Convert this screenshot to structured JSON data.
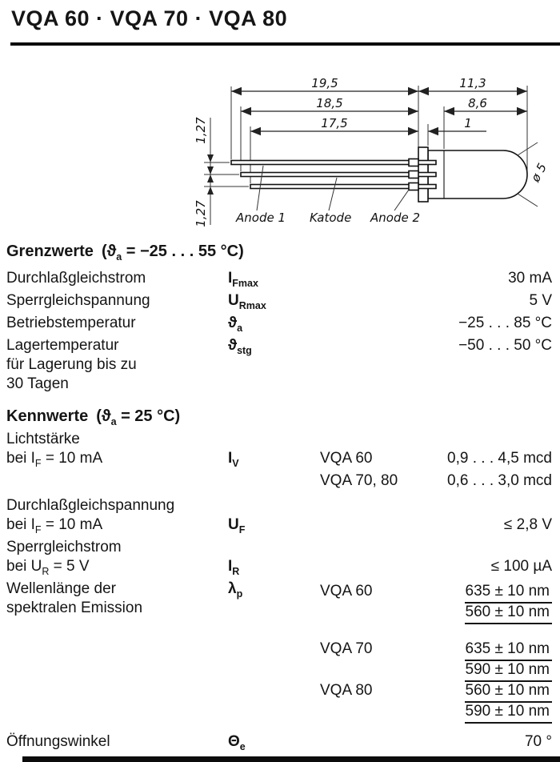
{
  "title": "VQA 60 · VQA 70 · VQA 80",
  "drawing": {
    "dim_19_5": "19,5",
    "dim_18_5": "18,5",
    "dim_17_5": "17,5",
    "dim_11_3": "11,3",
    "dim_8_6": "8,6",
    "dim_1": "1",
    "dim_pitch_top": "1,27",
    "dim_pitch_bottom": "1,27",
    "dim_diameter": "ø 5",
    "label_anode1": "Anode 1",
    "label_katode": "Katode",
    "label_anode2": "Anode 2"
  },
  "grenzwerte": {
    "heading": "Grenzwerte",
    "condition": {
      "pre": "(ϑ",
      "sub": "a",
      "post": " = −25 . . . 55 °C)"
    },
    "rows": [
      {
        "param": "Durchlaßgleichstrom",
        "symbol": {
          "base": "I",
          "sub": "Fmax"
        },
        "value": "30 mA"
      },
      {
        "param": "Sperrgleichspannung",
        "symbol": {
          "base": "U",
          "sub": "Rmax"
        },
        "value": "5 V"
      },
      {
        "param": "Betriebstemperatur",
        "symbol": {
          "base": "ϑ",
          "sub": "a"
        },
        "value": "−25 . . . 85 °C"
      },
      {
        "param": "Lagertemperatur",
        "param2": "für Lagerung bis zu",
        "param3": "30 Tagen",
        "symbol": {
          "base": "ϑ",
          "sub": "stg"
        },
        "value": "−50 . . . 50 °C"
      }
    ]
  },
  "kennwerte": {
    "heading": "Kennwerte",
    "condition": {
      "pre": "(ϑ",
      "sub": "a",
      "post": " = 25 °C)"
    },
    "lichtstaerke": {
      "param": "Lichtstärke",
      "cond": {
        "pre": "bei I",
        "sub": "F",
        "post": " = 10 mA"
      },
      "symbol": {
        "base": "I",
        "sub": "V"
      },
      "entries": [
        {
          "type": "VQA 60",
          "value": "0,9 . . . 4,5 mcd"
        },
        {
          "type": "VQA 70, 80",
          "value": "0,6 . . . 3,0 mcd"
        }
      ]
    },
    "durchlass": {
      "param": "Durchlaßgleichspannung",
      "cond": {
        "pre": "bei I",
        "sub": "F",
        "post": " = 10 mA"
      },
      "symbol": {
        "base": "U",
        "sub": "F"
      },
      "value": "≤ 2,8 V"
    },
    "sperr": {
      "param": "Sperrgleichstrom",
      "cond": {
        "pre": "bei U",
        "sub": "R",
        "post": " = 5 V"
      },
      "symbol": {
        "base": "I",
        "sub": "R"
      },
      "value": "≤ 100 µA"
    },
    "wellenlaenge": {
      "param1": "Wellenlänge der",
      "param2": "spektralen Emission",
      "symbol": {
        "base": "λ",
        "sub": "p"
      },
      "groups": [
        {
          "type": "VQA 60",
          "values": [
            "635 ± 10 nm",
            "560 ± 10 nm"
          ]
        },
        {
          "type": "VQA 70",
          "values": [
            "635 ± 10 nm",
            "590 ± 10 nm"
          ]
        },
        {
          "type": "VQA 80",
          "values": [
            "560 ± 10 nm",
            "590 ± 10 nm"
          ]
        }
      ]
    },
    "oeffnungswinkel": {
      "param": "Öffnungswinkel",
      "symbol": {
        "base": "Θ",
        "sub": "e"
      },
      "value": "70 °"
    }
  }
}
